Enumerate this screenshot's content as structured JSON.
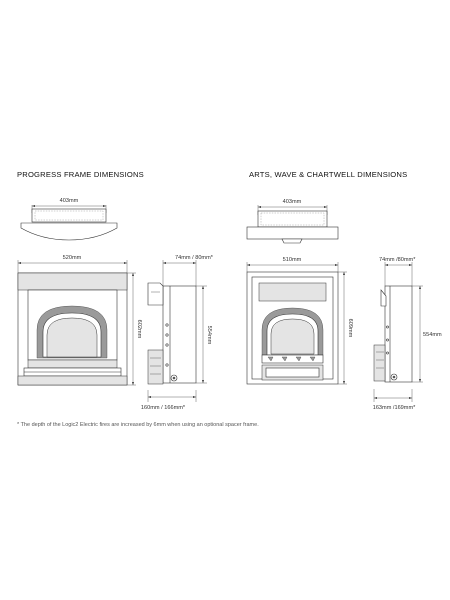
{
  "progress": {
    "title": "PROGRESS FRAME DIMENSIONS",
    "top_width": "403mm",
    "front_width": "520mm",
    "front_height": "602mm",
    "side_top_depth": "74mm / 80mm*",
    "side_height": "554mm",
    "side_bottom_depth": "160mm / 166mm*"
  },
  "arts": {
    "title": "ARTS, WAVE & CHARTWELL DIMENSIONS",
    "top_width": "403mm",
    "front_width": "510mm",
    "front_height": "609mm",
    "side_top_depth": "74mm /80mm*",
    "side_height": "554mm",
    "side_bottom_depth": "163mm /169mm*"
  },
  "footnote": "* The depth of the Logic2 Electric fires are increased by 6mm when using an optional spacer frame."
}
